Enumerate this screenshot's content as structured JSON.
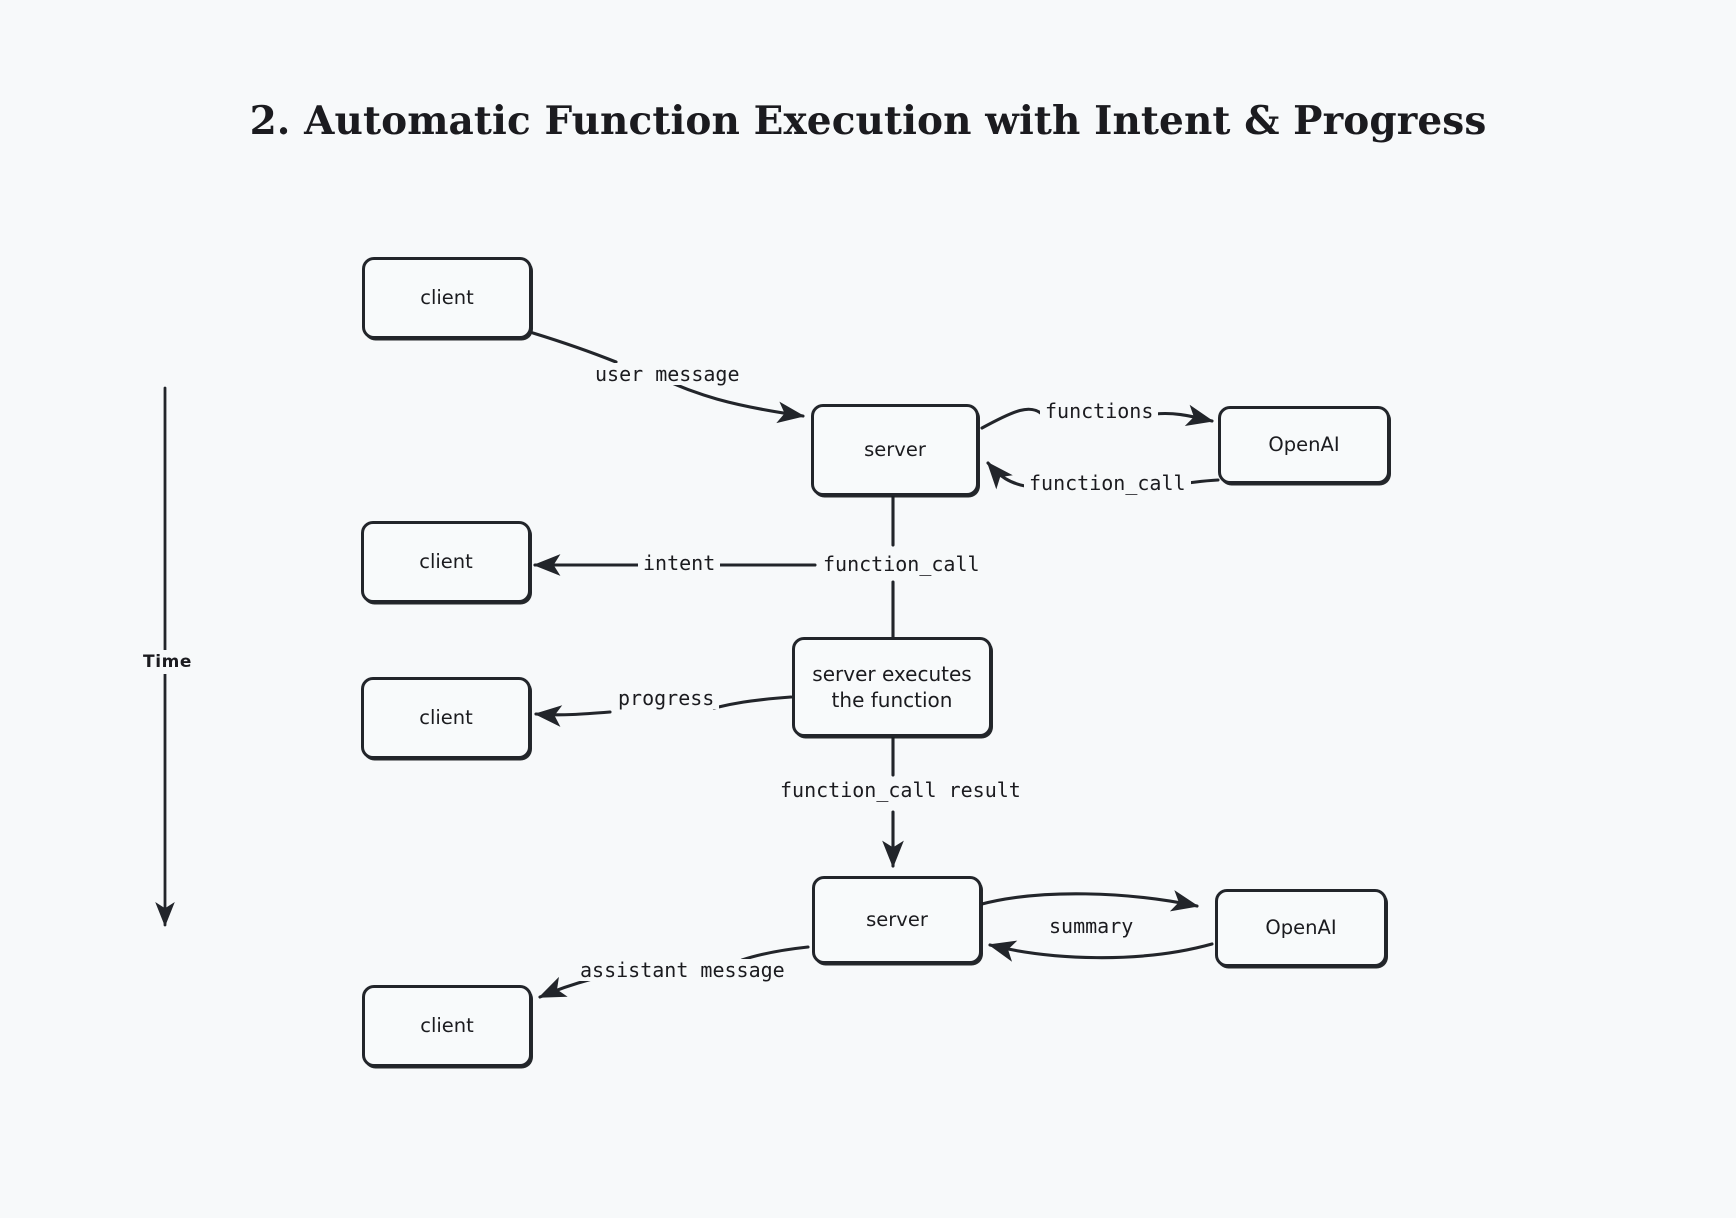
{
  "title": "2. Automatic Function Execution with Intent & Progress",
  "colors": {
    "background": "#f7f9fa",
    "stroke": "#22252a",
    "text": "#1b1b1f"
  },
  "axis": {
    "label": "Time",
    "direction": "downward-arrow"
  },
  "nodes": [
    {
      "id": "client-top",
      "label": "client"
    },
    {
      "id": "server-top",
      "label": "server"
    },
    {
      "id": "openai-top",
      "label": "OpenAI"
    },
    {
      "id": "client-intent",
      "label": "client"
    },
    {
      "id": "server-executes",
      "label": "server executes\nthe function"
    },
    {
      "id": "client-progress",
      "label": "client"
    },
    {
      "id": "server-bottom",
      "label": "server"
    },
    {
      "id": "openai-bottom",
      "label": "OpenAI"
    },
    {
      "id": "client-bottom",
      "label": "client"
    }
  ],
  "edges": [
    {
      "id": "user-message",
      "label": "user message",
      "from": "client-top",
      "to": "server-top"
    },
    {
      "id": "functions",
      "label": "functions",
      "from": "server-top",
      "to": "openai-top"
    },
    {
      "id": "function-call-return",
      "label": "function_call",
      "from": "openai-top",
      "to": "server-top"
    },
    {
      "id": "function-call-down",
      "label": "function_call",
      "from": "server-top",
      "to": "server-executes"
    },
    {
      "id": "intent",
      "label": "intent",
      "from": "server-top",
      "to": "client-intent"
    },
    {
      "id": "progress",
      "label": "progress",
      "from": "server-executes",
      "to": "client-progress"
    },
    {
      "id": "function-call-result",
      "label": "function_call result",
      "from": "server-executes",
      "to": "server-bottom"
    },
    {
      "id": "summary-request",
      "label": "summary",
      "from": "server-bottom",
      "to": "openai-bottom"
    },
    {
      "id": "summary-response",
      "label": "",
      "from": "openai-bottom",
      "to": "server-bottom"
    },
    {
      "id": "assistant-message",
      "label": "assistant message",
      "from": "server-bottom",
      "to": "client-bottom"
    }
  ]
}
